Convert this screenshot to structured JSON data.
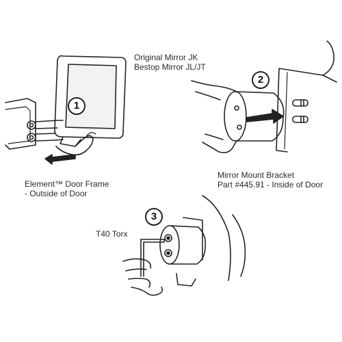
{
  "labels": {
    "mirror_line1": "Original Mirror JK",
    "mirror_line2": "Bestop Mirror JL/JT",
    "frame_line1": "Element™ Door Frame",
    "frame_line2": "- Outside of Door",
    "bracket_line1": "Mirror Mount Bracket",
    "bracket_line2": "Part #445.91 - Inside of Door",
    "tool": "T40 Torx"
  },
  "steps": [
    "1",
    "2",
    "3"
  ],
  "colors": {
    "line": "#222222",
    "mirror_glass": "#f2f2f2",
    "text": "#2a2a2a"
  },
  "icons": [
    "arrow-left-icon",
    "arrow-right-icon",
    "hand-icon",
    "torx-wrench-icon"
  ]
}
